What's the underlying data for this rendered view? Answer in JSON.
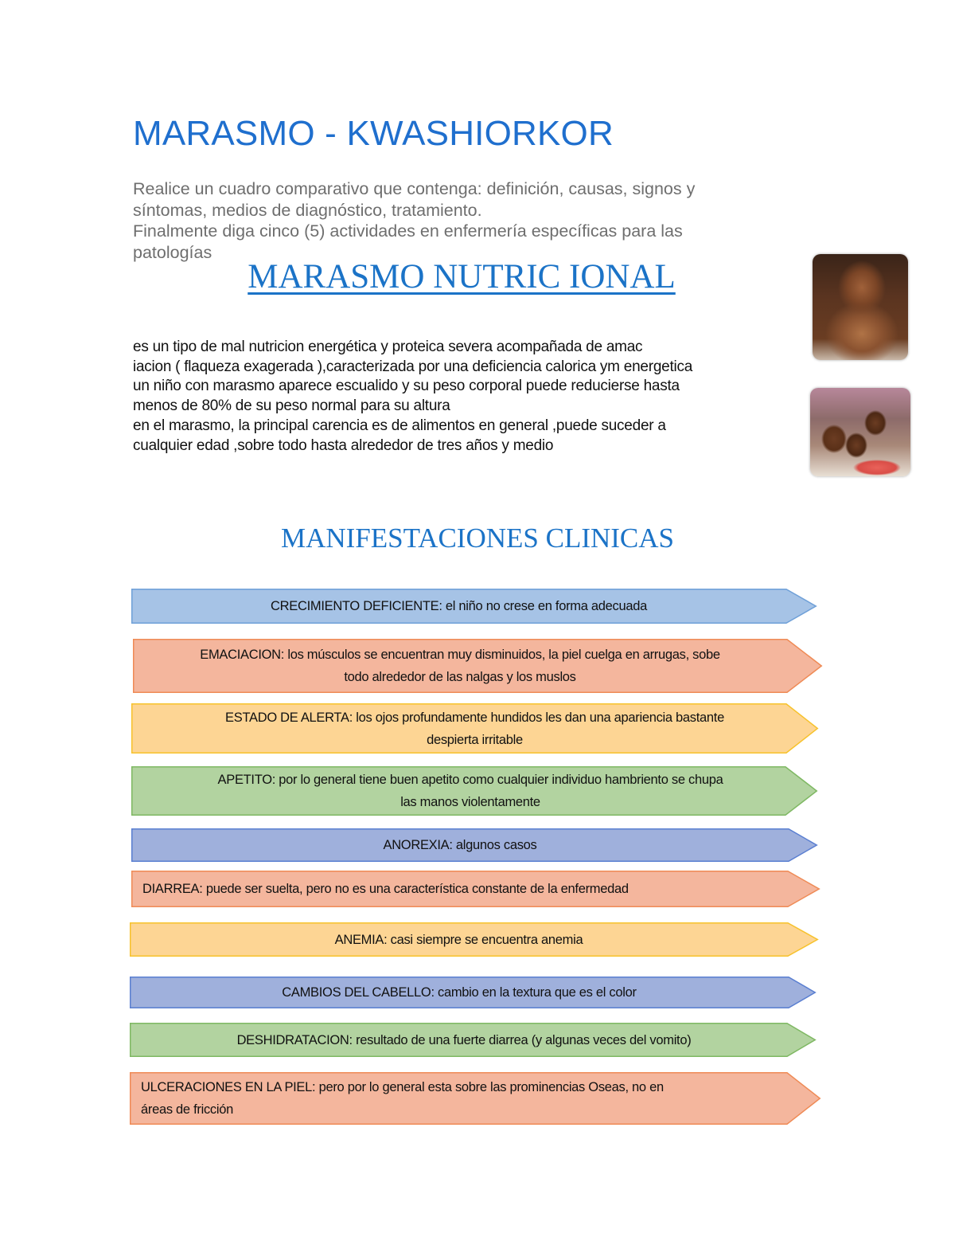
{
  "document": {
    "title": "MARASMO - KWASHIORKOR",
    "instructions": [
      "Realice un cuadro comparativo que contenga: definición, causas, signos y",
      "síntomas, medios de diagnóstico, tratamiento.",
      "Finalmente diga cinco (5) actividades en enfermería específicas para las",
      "patologías"
    ]
  },
  "marasmo_section": {
    "heading": "MARASMO NUTRIC IONAL",
    "definition_lines": [
      "es un tipo de mal nutricion  energética y proteica severa acompañada de amac",
      "iacion ( flaqueza exagerada ),caracterizada por una deficiencia calorica ym energetica",
      "un niño con marasmo aparece escualido y su peso corporal  puede reducierse  hasta",
      "menos de 80% de su peso normal para su altura",
      "en el marasmo, la principal carencia es de alimentos en general ,puede suceder a",
      "cualquier edad ,sobre todo  hasta alrededor de tres años y medio"
    ],
    "images": [
      {
        "alt": "niño desnutrido con marasmo"
      },
      {
        "alt": "grupo de niños con desnutrición"
      }
    ]
  },
  "manifestaciones": {
    "heading": "MANIFESTACIONES CLINICAS",
    "colors": {
      "blue_light": {
        "fill": "#a6c3e6",
        "stroke": "#6fa0d8"
      },
      "orange": {
        "fill": "#f4b69d",
        "stroke": "#ef8b56"
      },
      "yellow": {
        "fill": "#fdd594",
        "stroke": "#f7c22c"
      },
      "green": {
        "fill": "#b2d3a0",
        "stroke": "#7fb863"
      },
      "blue_dark": {
        "fill": "#9fb0dc",
        "stroke": "#5a7fd1"
      }
    },
    "items": [
      {
        "term": "CRECIMIENTO DEFICIENTE:",
        "lines": [
          "CRECIMIENTO DEFICIENTE: el niño no crese en forma adecuada"
        ],
        "color": "blue_light"
      },
      {
        "term": "EMACIACION:",
        "lines": [
          "EMACIACION: los músculos se encuentran muy disminuidos, la piel cuelga en arrugas, sobe",
          "todo alrededor de las nalgas y los muslos"
        ],
        "color": "orange"
      },
      {
        "term": "ESTADO DE ALERTA:",
        "lines": [
          "ESTADO DE ALERTA: los ojos profundamente hundidos  les dan una apariencia bastante",
          "despierta irritable"
        ],
        "color": "yellow"
      },
      {
        "term": "APETITO:",
        "lines": [
          "APETITO: por lo general tiene buen apetito como cualquier individuo hambriento se chupa",
          "las manos violentamente"
        ],
        "color": "green"
      },
      {
        "term": "ANOREXIA:",
        "lines": [
          "ANOREXIA: algunos casos"
        ],
        "color": "blue_dark"
      },
      {
        "term": "DIARREA:",
        "lines": [
          "DIARREA: puede ser suelta, pero no es una característica constante de la enfermedad"
        ],
        "color": "orange"
      },
      {
        "term": "ANEMIA:",
        "lines": [
          "ANEMIA: casi siempre se encuentra anemia"
        ],
        "color": "yellow"
      },
      {
        "term": "CAMBIOS DEL CABELLO:",
        "lines": [
          "CAMBIOS DEL CABELLO: cambio en la textura que es el color"
        ],
        "color": "blue_dark"
      },
      {
        "term": "DESHIDRATACION:",
        "lines": [
          "DESHIDRATACION: resultado de una fuerte diarrea (y algunas veces del vomito)"
        ],
        "color": "green"
      },
      {
        "term": "ULCERACIONES EN LA PIEL:",
        "lines": [
          "ULCERACIONES EN LA PIEL: pero por lo general esta sobre las prominencias Oseas, no en",
          "áreas de fricción"
        ],
        "color": "orange"
      }
    ]
  }
}
